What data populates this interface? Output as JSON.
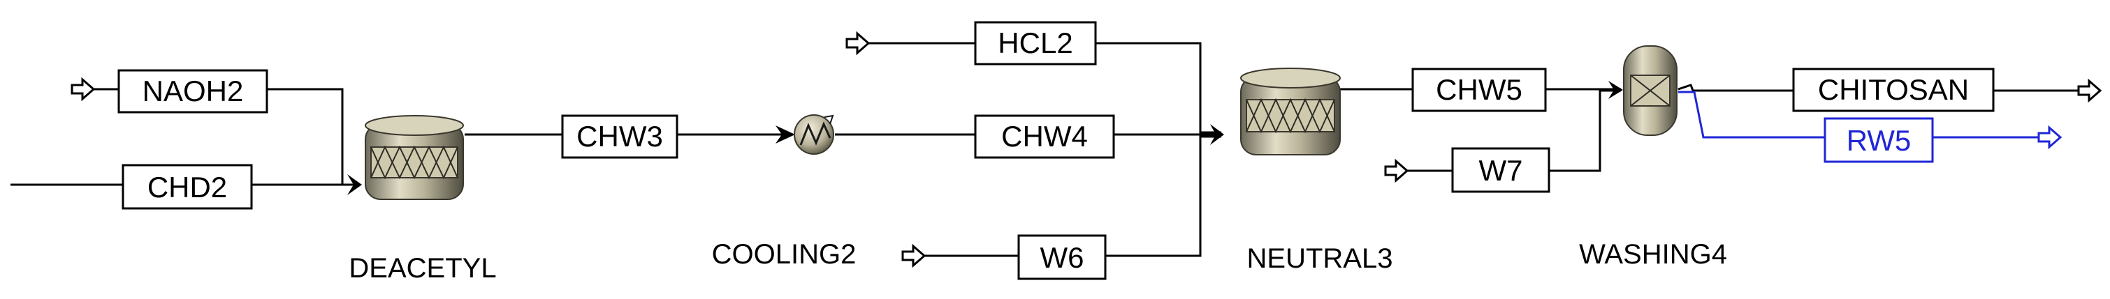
{
  "streams": {
    "naoh2": "NAOH2",
    "chd2": "CHD2",
    "chw3": "CHW3",
    "hcl2": "HCL2",
    "chw4": "CHW4",
    "w6": "W6",
    "chw5": "CHW5",
    "w7": "W7",
    "chitosan": "CHITOSAN",
    "rw5": "RW5"
  },
  "units": {
    "deacetyl": "DEACETYL",
    "cooling2": "COOLING2",
    "neutral3": "NEUTRAL3",
    "washing4": "WASHING4"
  },
  "colors": {
    "stream_default": "#000000",
    "stream_highlight": "#1f26d6",
    "vessel_body": "#b9b39a"
  }
}
